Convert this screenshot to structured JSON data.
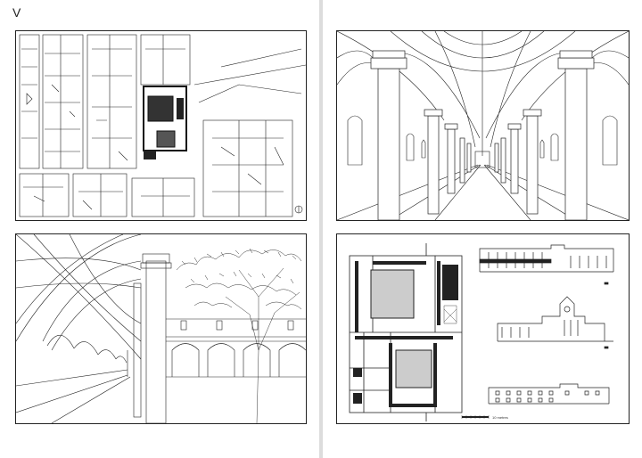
{
  "spread": {
    "left_page": {
      "label": "V",
      "panels": [
        {
          "id": "site-plan",
          "kind": "urban site plan drawing"
        },
        {
          "id": "cloister-perspective",
          "kind": "cloister perspective drawing"
        }
      ]
    },
    "right_page": {
      "panels": [
        {
          "id": "nave-perspective",
          "kind": "church nave perspective drawing"
        },
        {
          "id": "plans-sections",
          "kind": "plan and section drawings"
        }
      ],
      "scale_label": "10 metres"
    }
  },
  "colors": {
    "background": "#e6e6e6",
    "page": "#ffffff",
    "ink": "#222222",
    "site_highlight": "#111111"
  }
}
